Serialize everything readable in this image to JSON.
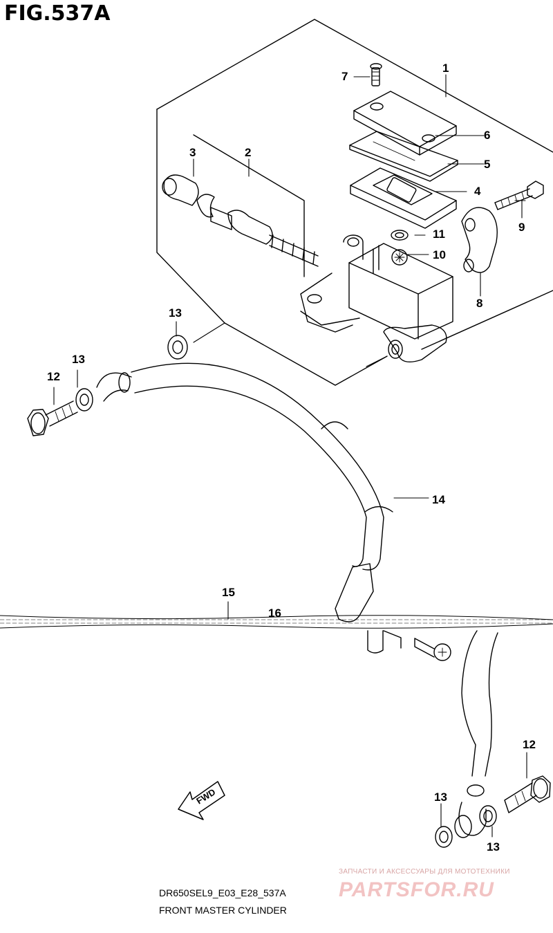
{
  "figure": {
    "title": "FIG.537A",
    "model_code": "DR650SEL9_E03_E28_537A",
    "caption": "FRONT MASTER CYLINDER",
    "fwd_label": "FWD"
  },
  "callouts": [
    "1",
    "2",
    "3",
    "4",
    "5",
    "6",
    "7",
    "8",
    "9",
    "10",
    "11",
    "12",
    "12",
    "13",
    "13",
    "13",
    "13",
    "14",
    "15",
    "16"
  ],
  "watermark": {
    "tagline": "ЗАПЧАСТИ И АКСЕССУАРЫ ДЛЯ МОТОТЕХНИКИ",
    "brand": "PARTSFOR.RU"
  },
  "colors": {
    "ink": "#000000",
    "watermark": "#f2c3c3"
  }
}
